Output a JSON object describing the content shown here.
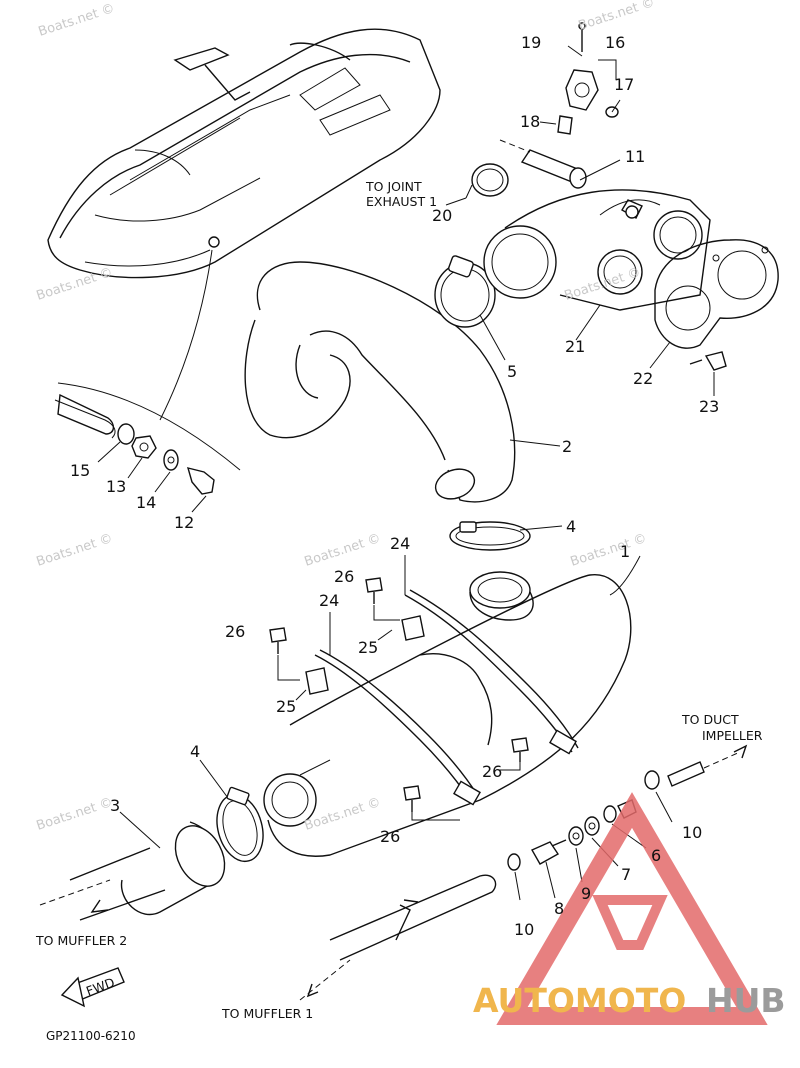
{
  "watermark": "Boats.net ©",
  "part_numbers": {
    "p1": "1",
    "p2": "2",
    "p3": "3",
    "p4a": "4",
    "p4b": "4",
    "p5": "5",
    "p6": "6",
    "p7": "7",
    "p8": "8",
    "p9": "9",
    "p10a": "10",
    "p10b": "10",
    "p11": "11",
    "p12": "12",
    "p13": "13",
    "p14": "14",
    "p15": "15",
    "p16": "16",
    "p17": "17",
    "p18": "18",
    "p19": "19",
    "p20": "20",
    "p21": "21",
    "p22": "22",
    "p23": "23",
    "p24a": "24",
    "p24b": "24",
    "p25a": "25",
    "p25b": "25",
    "p26a": "26",
    "p26b": "26",
    "p26c": "26",
    "p26d": "26"
  },
  "labels": {
    "to_joint_1": "TO JOINT",
    "to_joint_2": "EXHAUST 1",
    "to_duct_1": "TO DUCT",
    "to_duct_2": "IMPELLER",
    "to_muffler_2": "TO MUFFLER 2",
    "to_muffler_1": "TO MUFFLER 1",
    "fwd": "FWD"
  },
  "diagram_code": "GP21100-6210",
  "brand": {
    "part_a": "AUTOMOTO",
    "part_b": "HUB",
    "color_a": "#f0b64d",
    "color_b": "#9b9b9b",
    "triangle_color": "#e36a6a"
  }
}
